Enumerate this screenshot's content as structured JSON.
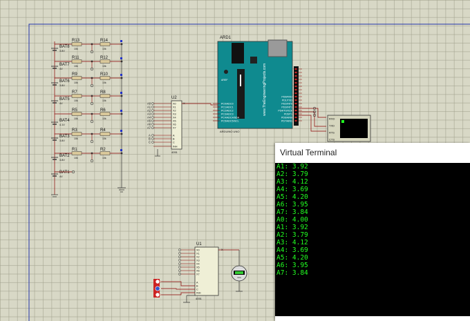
{
  "schematic": {
    "arduino": {
      "ref": "ARD1",
      "model": "ARDUINO UNO",
      "brand_text": "www.TheEngineeringProjects.com",
      "digital_pins": [
        "PD0/RXD",
        "PD1/TXD",
        "PD2/INT0",
        "PD3/INT1",
        "PD4/T0/XCK",
        "PD5/T1",
        "PD6/AIN0",
        "PD7/AIN1"
      ],
      "analog_pins": [
        "PC0/ADC0",
        "PC1/ADC1",
        "PC2/ADC2",
        "PC3/ADC3",
        "PC4/ADC4/SDA",
        "PC5/ADC5/SCL"
      ],
      "aref_label": "AREF"
    },
    "batteries": [
      {
        "name": "BAT8",
        "voltage": "3.8V"
      },
      {
        "name": "BAT7",
        "voltage": "4V"
      },
      {
        "name": "BAT6",
        "voltage": "3.8V"
      },
      {
        "name": "BAT5",
        "voltage": "4V"
      },
      {
        "name": "BAT4",
        "voltage": "4.1V"
      },
      {
        "name": "BAT3",
        "voltage": "3.8V"
      },
      {
        "name": "BAT2",
        "voltage": "3.8V"
      },
      {
        "name": "BAT1",
        "voltage": "4V"
      }
    ],
    "resistors_left": [
      "R13",
      "R11",
      "R9",
      "R7",
      "R5",
      "R3",
      "R1"
    ],
    "resistors_right": [
      "R14",
      "R12",
      "R10",
      "R8",
      "R6",
      "R4",
      "R2"
    ],
    "resistor_value": "10k",
    "mux_u2": {
      "ref": "U2",
      "part": "4051",
      "inputs": [
        "X0",
        "X1",
        "X2",
        "X3",
        "X4",
        "X5",
        "X6",
        "X7"
      ],
      "controls": [
        "A",
        "B",
        "C",
        "INH"
      ],
      "output": "X",
      "left_labels": [
        "A0",
        "A1",
        "A2",
        "A3",
        "A4",
        "A5",
        "A6",
        "A7",
        "A",
        "B",
        "C"
      ]
    },
    "mux_u1": {
      "ref": "U1",
      "part": "4051",
      "inputs": [
        "X0",
        "X1",
        "X2",
        "X3",
        "X4",
        "X5",
        "X6",
        "X7"
      ],
      "controls": [
        "A",
        "B",
        "C",
        "INH"
      ],
      "output": "X"
    },
    "terminal_part": {
      "pins": [
        "RXD",
        "TXD",
        "RTS",
        "CTS"
      ]
    },
    "voltmeter": {
      "reading": "0.00",
      "unit": "Volts"
    }
  },
  "terminal": {
    "title": "Virtual Terminal",
    "lines": [
      "A1: 3.92",
      "A2: 3.79",
      "A3: 4.12",
      "A4: 3.69",
      "A5: 4.20",
      "A6: 3.95",
      "A7: 3.84",
      "A0: 4.00",
      "A1: 3.92",
      "A2: 3.79",
      "A3: 4.12",
      "A4: 3.69",
      "A5: 4.20",
      "A6: 3.95",
      "A7: 3.84"
    ]
  }
}
